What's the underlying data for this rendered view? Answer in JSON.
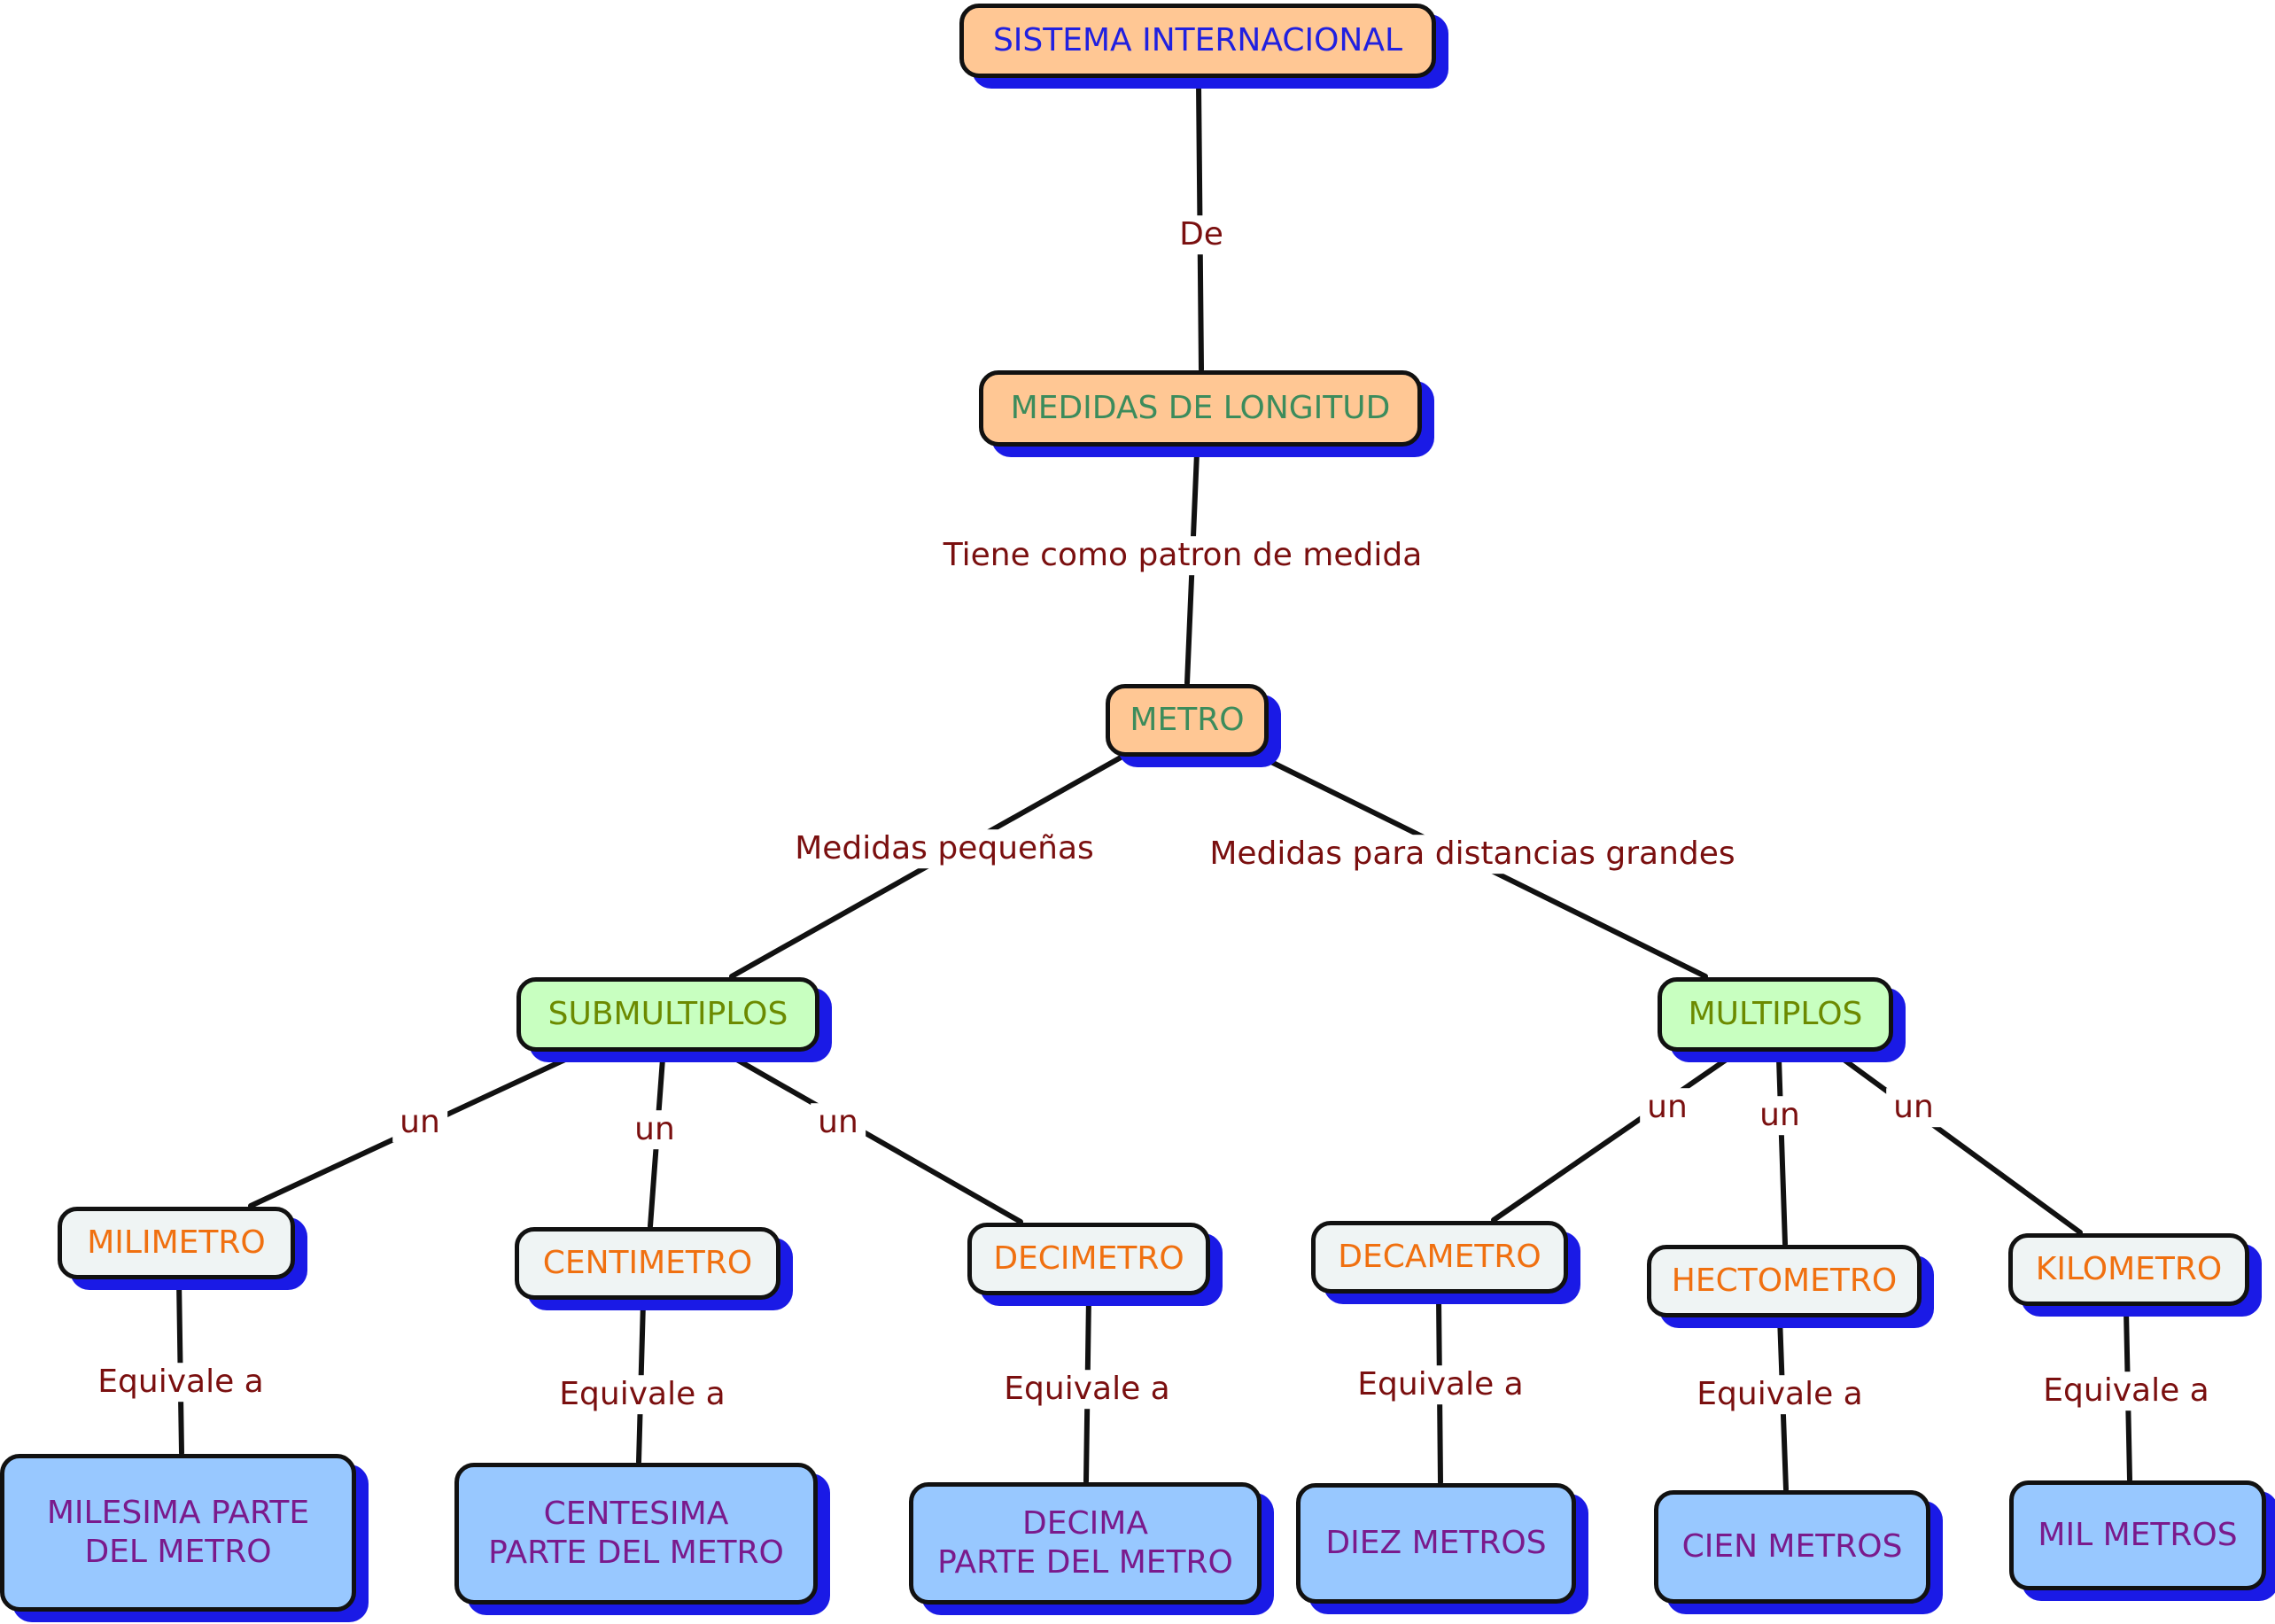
{
  "colors": {
    "link_text": "#7a0f0f",
    "shadow": "#1a1ae6",
    "node_orange": "#ffc794",
    "node_green": "#c8ffc0",
    "node_pale": "#eff4f4",
    "node_blue": "#98c8ff"
  },
  "nodes": {
    "sistema": "SISTEMA INTERNACIONAL",
    "medidas": "MEDIDAS DE LONGITUD",
    "metro": "METRO",
    "submultiplos": "SUBMULTIPLOS",
    "multiplos": "MULTIPLOS",
    "milimetro": "MILIMETRO",
    "centimetro": "CENTIMETRO",
    "decimetro": "DECIMETRO",
    "decametro": "DECAMETRO",
    "hectometro": "HECTOMETRO",
    "kilometro": "KILOMETRO",
    "milesima": "MILESIMA PARTE\nDEL METRO",
    "centesima": "CENTESIMA\nPARTE DEL METRO",
    "decima": "DECIMA\nPARTE DEL METRO",
    "diez": "DIEZ METROS",
    "cien": "CIEN METROS",
    "mil": "MIL METROS"
  },
  "links": {
    "de": "De",
    "tiene": "Tiene como patron de medida",
    "pequenas": "Medidas pequeñas",
    "grandes": "Medidas para distancias grandes",
    "un_mili": "un",
    "un_centi": "un",
    "un_deci": "un",
    "un_deca": "un",
    "un_hecto": "un",
    "un_kilo": "un",
    "eq_mili": "Equivale a",
    "eq_centi": "Equivale a",
    "eq_deci": "Equivale a",
    "eq_deca": "Equivale a",
    "eq_hecto": "Equivale a",
    "eq_kilo": "Equivale a"
  }
}
